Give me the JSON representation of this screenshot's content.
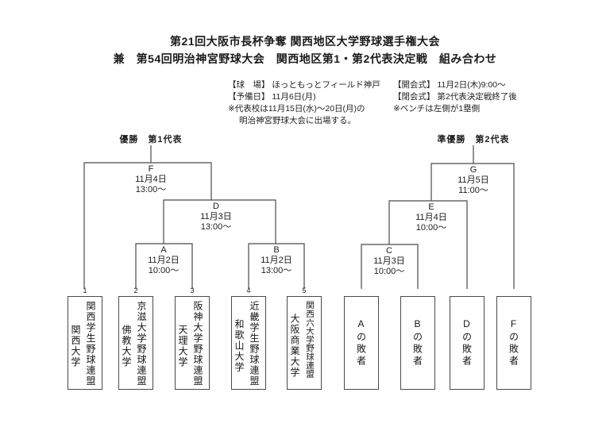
{
  "title": {
    "line1": "第21回大阪市長杯争奪 関西地区大学野球選手権大会",
    "line2": "兼　第54回明治神宮野球大会　関西地区第1・第2代表決定戦　組み合わせ"
  },
  "info": {
    "left": [
      "【球　場】 ほっともっとフィールド神戸",
      "【予備日】 11月6日(月)",
      "※代表校は11月15日(水)～20日(月)の",
      "明治神宮野球大会に出場する。"
    ],
    "right": [
      "【開会式】 11月2日(木)9:00～",
      "【閉会式】 第2代表決定戦終了後",
      "※ベンチは左側が1塁側"
    ]
  },
  "bracket": {
    "champion_label": "優勝　第1代表",
    "runnerup_label": "準優勝　第2代表",
    "games": [
      {
        "id": "A",
        "date": "11月2日",
        "time": "10:00～"
      },
      {
        "id": "B",
        "date": "11月2日",
        "time": "13:00～"
      },
      {
        "id": "C",
        "date": "11月3日",
        "time": "10:00～"
      },
      {
        "id": "D",
        "date": "11月3日",
        "time": "13:00～"
      },
      {
        "id": "E",
        "date": "11月4日",
        "time": "10:00～"
      },
      {
        "id": "F",
        "date": "11月4日",
        "time": "13:00～"
      },
      {
        "id": "G",
        "date": "11月5日",
        "time": "11:00～"
      }
    ],
    "teams": [
      {
        "seed": "1",
        "league": "関西学生野球連盟",
        "university": "関西大学"
      },
      {
        "seed": "2",
        "league": "京滋大学野球連盟",
        "university": "佛教大学"
      },
      {
        "seed": "3",
        "league": "阪神大学野球連盟",
        "university": "天理大学"
      },
      {
        "seed": "4",
        "league": "近畿学生野球連盟",
        "university": "和歌山大学"
      },
      {
        "seed": "5",
        "league": "関西六大学野球連盟",
        "university": "大阪商業大学"
      }
    ],
    "losers": [
      "Aの敗者",
      "Bの敗者",
      "Dの敗者",
      "Fの敗者"
    ]
  },
  "colors": {
    "line": "#4a4a4a",
    "text": "#1e1e1e",
    "background": "#ffffff"
  }
}
